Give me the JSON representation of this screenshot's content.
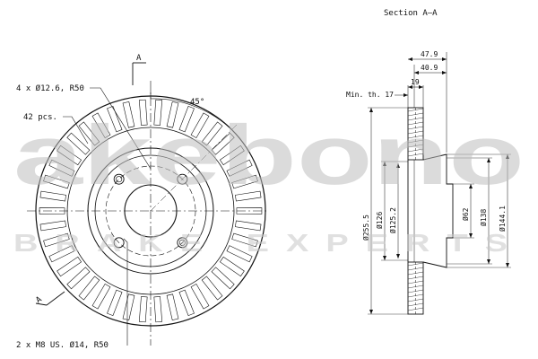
{
  "section_title": "Section A–A",
  "labels": {
    "bolt_holes": "4 x Ø12.6, R50",
    "vent_count": "42 pcs.",
    "angle": "45°",
    "threaded_holes": "2 x M8 US. Ø14, R50",
    "section_marker_top": "A",
    "section_marker_bottom": "A",
    "min_thickness": "Min. th. 17"
  },
  "dimensions": {
    "width_47_9": "47.9",
    "width_40_9": "40.9",
    "width_19": "19",
    "dia_255_5": "Ø255.5",
    "dia_126": "Ø126",
    "dia_125_2": "Ø125.2",
    "dia_62": "Ø62",
    "dia_138": "Ø138",
    "dia_144_1": "Ø144.1"
  },
  "watermark": {
    "brand": "akebono",
    "tagline": "BRAKE EXPERTS"
  }
}
